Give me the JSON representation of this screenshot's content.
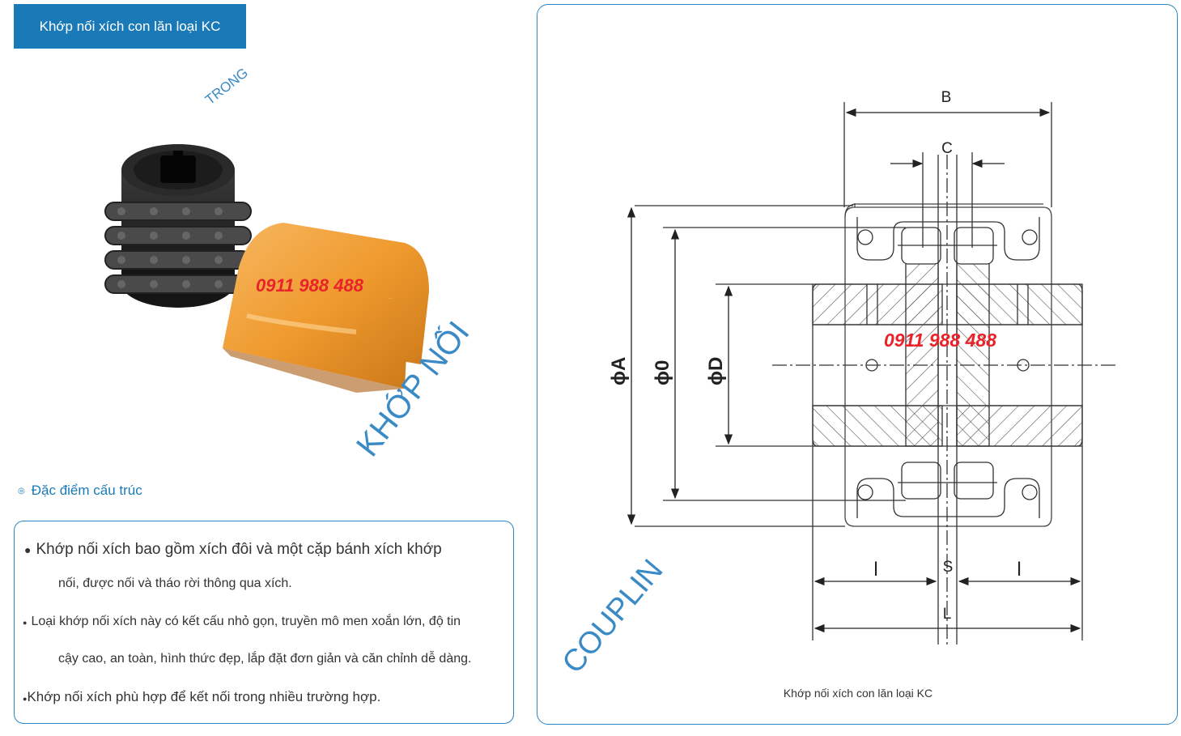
{
  "header": {
    "title": "Khớp nối xích con lăn loại KC"
  },
  "photo": {
    "phone": "0911 988 488",
    "watermark_big": "KHỚP NỐI",
    "watermark_small": "TRONG"
  },
  "features": {
    "label": "Đặc điểm cấu trúc",
    "items": [
      {
        "bullet": "●",
        "line1": "Khớp nối xích bao gồm xích đôi và một cặp bánh xích khớp",
        "line2": "nối, được nối và tháo rời thông qua xích."
      },
      {
        "bullet": "●",
        "line1": "Loại khớp nối xích này có kết cấu nhỏ gọn, truyền mô men xoắn lớn, độ tin",
        "line2": "cậy cao, an toàn, hình thức đẹp, lắp đặt đơn giản và căn chỉnh dễ dàng."
      },
      {
        "bullet": "●",
        "line1": "Khớp nối xích phù hợp để kết nối trong nhiều trường hợp."
      }
    ]
  },
  "diagram": {
    "labels": {
      "B": "B",
      "C": "C",
      "phiA": "ϕA",
      "phi0": "ϕ0",
      "phiD": "ϕD",
      "l_left": "l",
      "S": "S",
      "l_right": "l",
      "L": "L"
    },
    "phone": "0911 988 488",
    "watermark": "COUPLIN",
    "caption": "Khớp nối xích con lăn loại KC"
  },
  "colors": {
    "accent": "#1a7ab8",
    "phone_red": "#e8232a",
    "cover_orange": "#f0a23a",
    "hatch": "#555555"
  }
}
